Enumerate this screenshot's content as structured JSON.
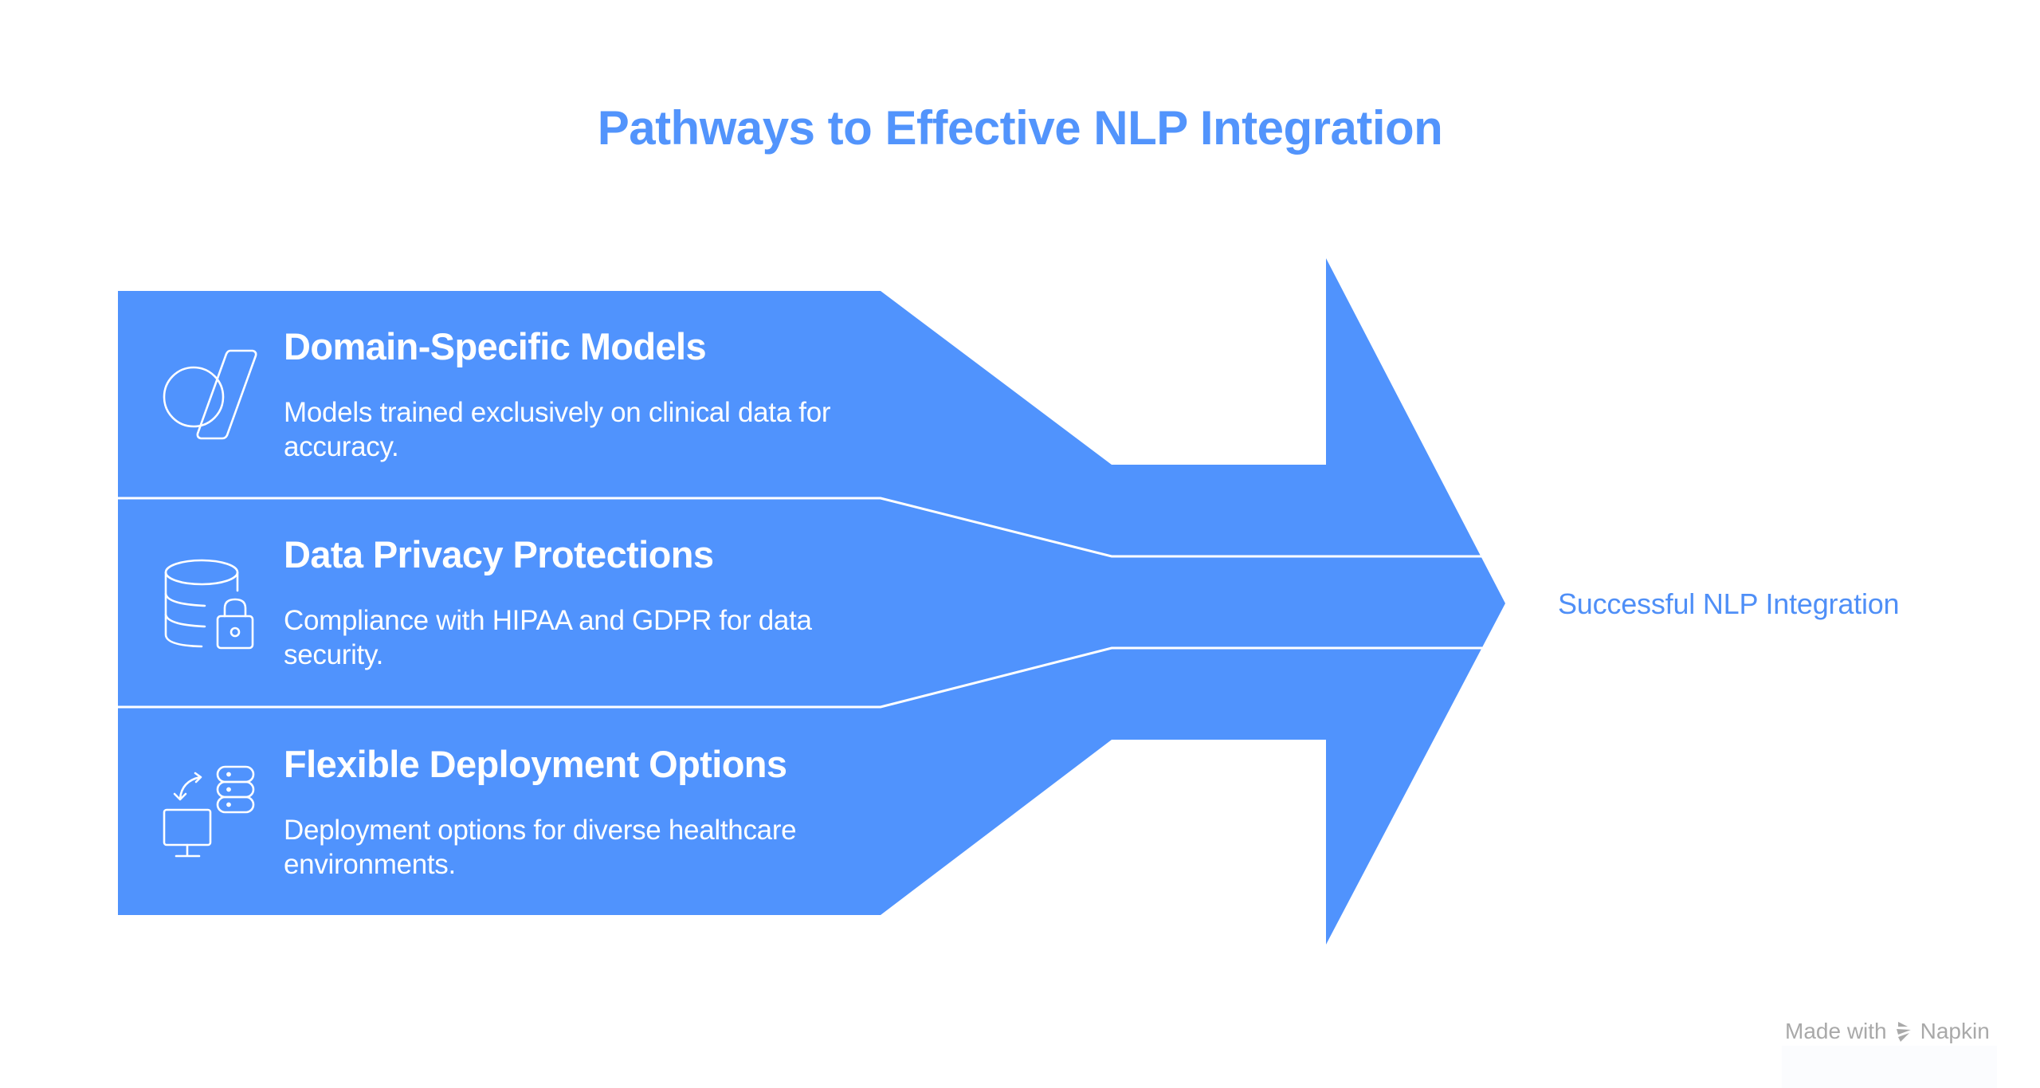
{
  "title": "Pathways to Effective NLP Integration",
  "colors": {
    "band": "#5093fd",
    "title": "#5294fc",
    "target_text": "#4f8ff7",
    "divider": "#ffffff",
    "text_on_band": "#ffffff",
    "watermark": "#a9a9a9"
  },
  "pathways": [
    {
      "title": "Domain-Specific Models",
      "description": "Models trained exclusively on clinical data for accuracy.",
      "icon": "model-shapes-icon"
    },
    {
      "title": "Data Privacy Protections",
      "description": "Compliance with HIPAA and GDPR for data security.",
      "icon": "database-lock-icon"
    },
    {
      "title": "Flexible Deployment Options",
      "description": "Deployment options for diverse healthcare environments.",
      "icon": "monitor-server-sync-icon"
    }
  ],
  "target": {
    "label": "Successful NLP Integration"
  },
  "watermark": {
    "prefix": "Made with",
    "brand": "Napkin"
  }
}
